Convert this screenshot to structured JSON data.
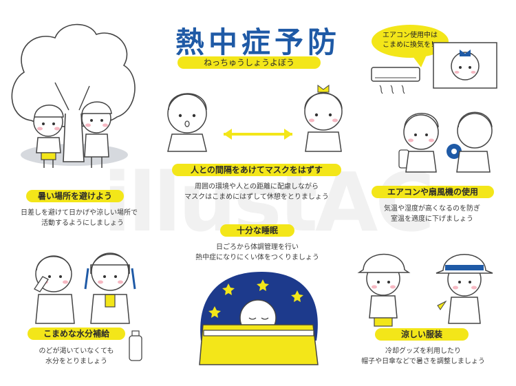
{
  "title": "熱中症予防",
  "subtitle": "ねっちゅうしょうよぼう",
  "watermark": "illustAC",
  "aircon_bubble": {
    "line1": "エアコン使用中は",
    "line2": "こまめに換気を！"
  },
  "sections": {
    "shade": {
      "heading": "暑い場所を避けよう",
      "line1": "日差しを避けて日かげや涼しい場所で",
      "line2": "活動するようにしましょう"
    },
    "distance": {
      "heading": "人との間隔をあけてマスクをはずす",
      "line1": "周囲の環境や人との距離に配慮しながら",
      "line2": "マスクはこまめにはずして休憩をとりましょう"
    },
    "aircon": {
      "heading": "エアコンや扇風機の使用",
      "line1": "気温や湿度が高くなるのを防ぎ",
      "line2": "室温を適度に下げましょう"
    },
    "sleep": {
      "heading": "十分な睡眠",
      "line1": "日ごろから体調管理を行い",
      "line2": "熱中症になりにくい体をつくりましょう"
    },
    "water": {
      "heading": "こまめな水分補給",
      "line1": "のどが渇いていなくても",
      "line2": "水分をとりましょう"
    },
    "clothes": {
      "heading": "涼しい服装",
      "line1": "冷却グッズを利用したり",
      "line2": "帽子や日傘などで暑さを調整しましょう"
    }
  },
  "colors": {
    "blue": "#1f5aa6",
    "yellow": "#f3e619",
    "night": "#1d3a8c",
    "blush": "#f6b8c2"
  }
}
